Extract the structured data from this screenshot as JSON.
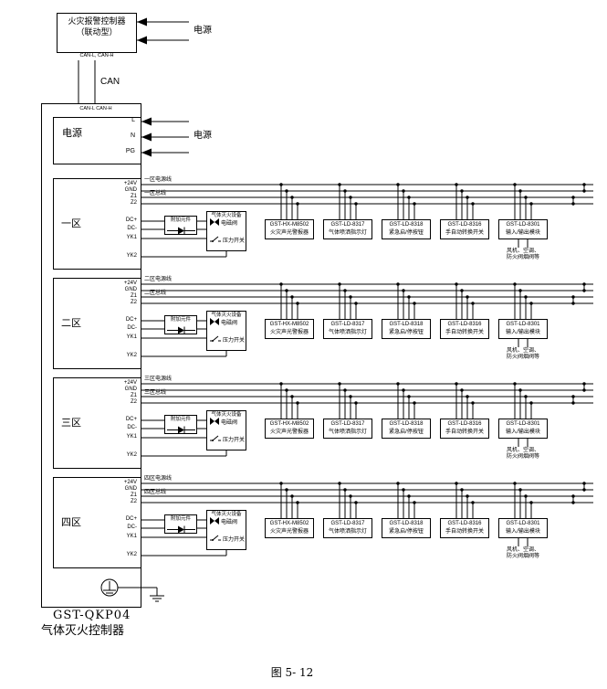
{
  "figure_caption": "图 5- 12",
  "can_bus_label": "CAN",
  "top_controller": {
    "title_line1": "火灾报警控制器",
    "title_line2": "（联动型）",
    "terminal_label": "CAN-L, CAN-H",
    "power_label": "电源"
  },
  "panel": {
    "top_terminal_label": "CAN-L CAN-H",
    "power_section": {
      "label": "电源",
      "terminals": [
        "L",
        "N",
        "PG"
      ],
      "external_label": "电源"
    },
    "model": "GST-QKP04",
    "name": "气体灭火控制器"
  },
  "zones": [
    {
      "name": "一区",
      "power_line_label": "一区电源线",
      "bus_line_label": "一区总线"
    },
    {
      "name": "二区",
      "power_line_label": "二区电源线",
      "bus_line_label": "二区总线"
    },
    {
      "name": "三区",
      "power_line_label": "三区电源线",
      "bus_line_label": "三区总线"
    },
    {
      "name": "四区",
      "power_line_label": "四区电源线",
      "bus_line_label": "四区总线"
    }
  ],
  "zone_terminals": {
    "power": [
      "+24V",
      "GND",
      "Z1",
      "Z2"
    ],
    "control": [
      "DC+",
      "DC-",
      "YK1",
      "YK2"
    ]
  },
  "attachment_box_label": "附加元件",
  "gas_device": {
    "label": "气体灭火设备",
    "solenoid": "电磁阀",
    "pressure_switch": "压力开关"
  },
  "modules": [
    {
      "model": "GST-HX-M8502",
      "name": "火灾声光警报器"
    },
    {
      "model": "GST-LD-8317",
      "name": "气体喷洒指示灯"
    },
    {
      "model": "GST-LD-8318",
      "name": "紧急启/停按钮"
    },
    {
      "model": "GST-LD-8316",
      "name": "手自动转换开关"
    },
    {
      "model": "GST-LD-8301",
      "name": "输入/输出模块"
    }
  ],
  "output_devices_note": "风机、空调、\n防火阀烟阀等"
}
